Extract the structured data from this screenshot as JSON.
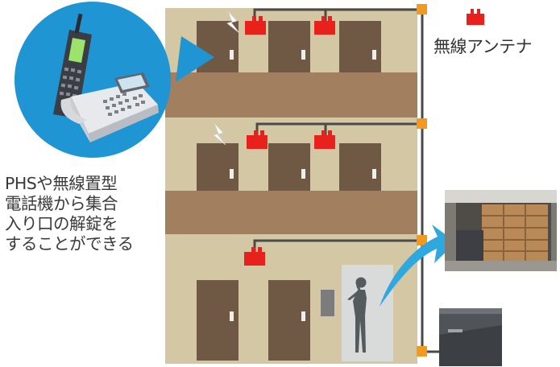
{
  "legend": {
    "label": "無線アンテナ",
    "icon": "red-antenna-icon",
    "color": "#e8211d"
  },
  "caption": {
    "lines": [
      "PHSや無線置型",
      "電話機から集合",
      "入り口の解錠を",
      "することができる"
    ]
  },
  "colors": {
    "building_wall": "#d4c8a4",
    "floor_slab": "#a27f5e",
    "door": "#6f5844",
    "antenna": "#e8211d",
    "junction": "#f39a1e",
    "phone_bubble": "#1f95d3",
    "arrow": "#2ea8df"
  }
}
